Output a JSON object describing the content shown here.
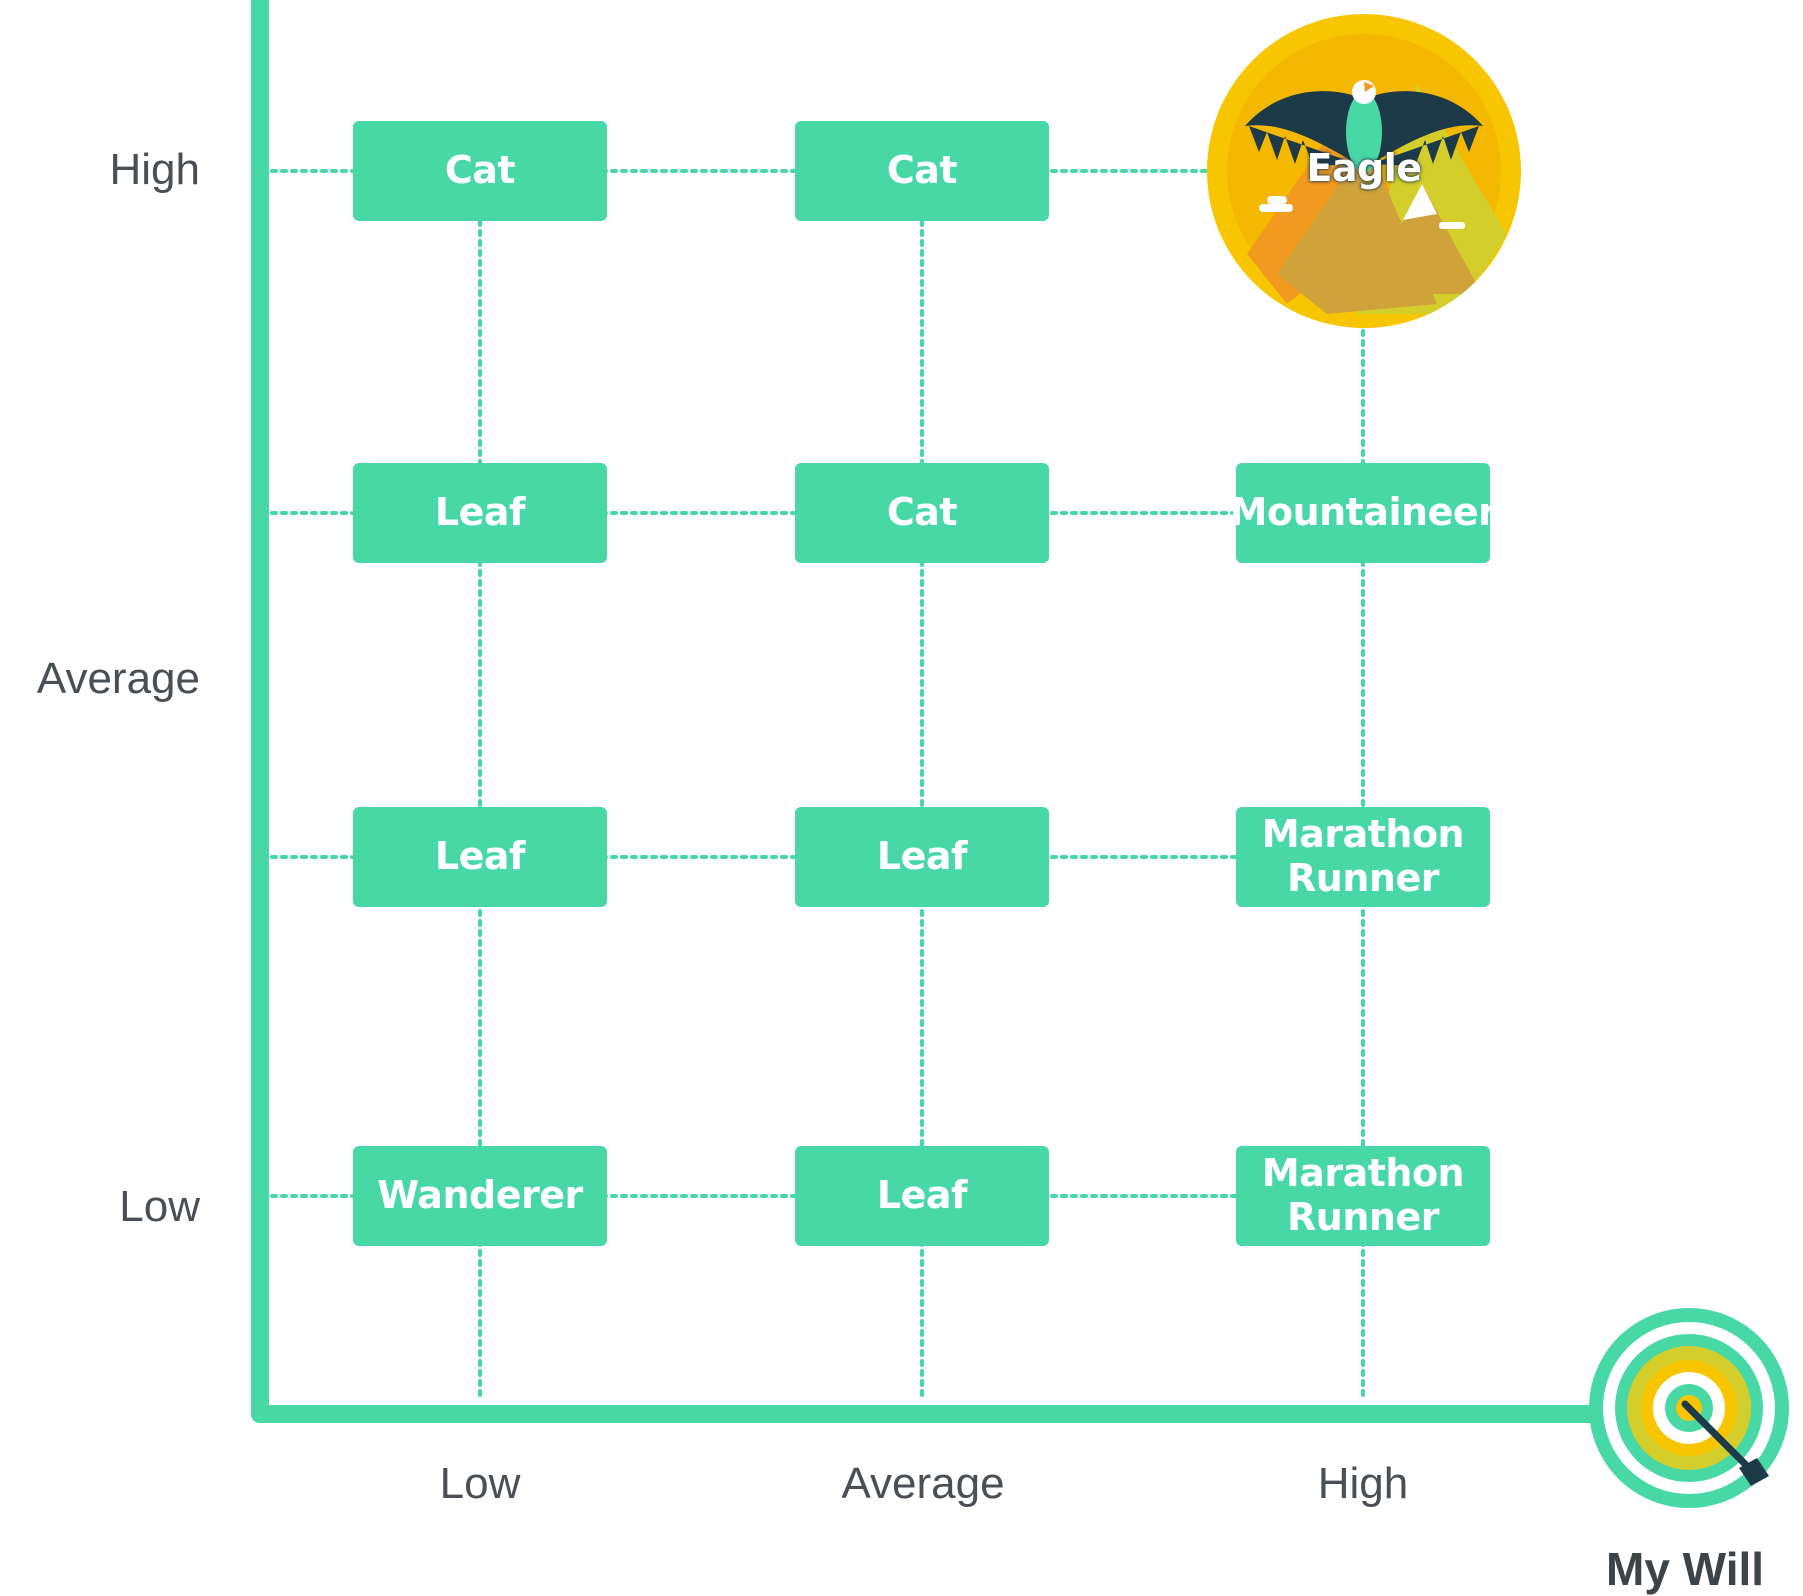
{
  "colors": {
    "accent": "#48d8a6",
    "cell_text": "#ffffff",
    "axis_text": "#4a4f55",
    "badge_yellow": "#f7c600",
    "badge_orange": "#f29a1f",
    "eagle_dark": "#1d3a48"
  },
  "y_axis": {
    "labels": [
      "High",
      "Average",
      "Low"
    ]
  },
  "x_axis": {
    "labels": [
      "Low",
      "Average",
      "High"
    ],
    "name": "My Will"
  },
  "grid": {
    "rows": [
      [
        "Cat",
        "Cat",
        "Eagle"
      ],
      [
        "Leaf",
        "Cat",
        "Mountaineer"
      ],
      [
        "Leaf",
        "Leaf",
        "Marathon\nRunner"
      ],
      [
        "Wanderer",
        "Leaf",
        "Marathon\nRunner"
      ]
    ]
  },
  "icons": {
    "highlight_cell": "eagle-mountain-icon",
    "x_axis": "target-icon"
  }
}
